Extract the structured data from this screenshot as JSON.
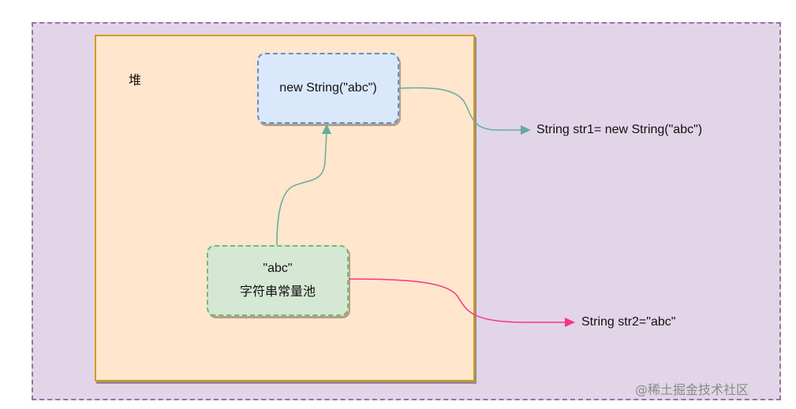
{
  "heap": {
    "label": "堆"
  },
  "new_string_box": {
    "label": "new String(\"abc\")"
  },
  "string_pool_box": {
    "value": "\"abc\"",
    "label": "字符串常量池"
  },
  "str1_label": "String str1= new String(\"abc\")",
  "str2_label": "String str2=\"abc\"",
  "watermark": "@稀土掘金技术社区",
  "colors": {
    "outer_fill": "#e1d5e7",
    "outer_stroke": "#9673a6",
    "heap_fill": "#ffe6cc",
    "heap_stroke": "#d79b00",
    "blue_fill": "#dae8fc",
    "blue_stroke": "#6c8ebf",
    "green_fill": "#d5e8d4",
    "green_stroke": "#82b366",
    "teal_arrow": "#67ab9f",
    "pink_arrow": "#ff3385"
  }
}
